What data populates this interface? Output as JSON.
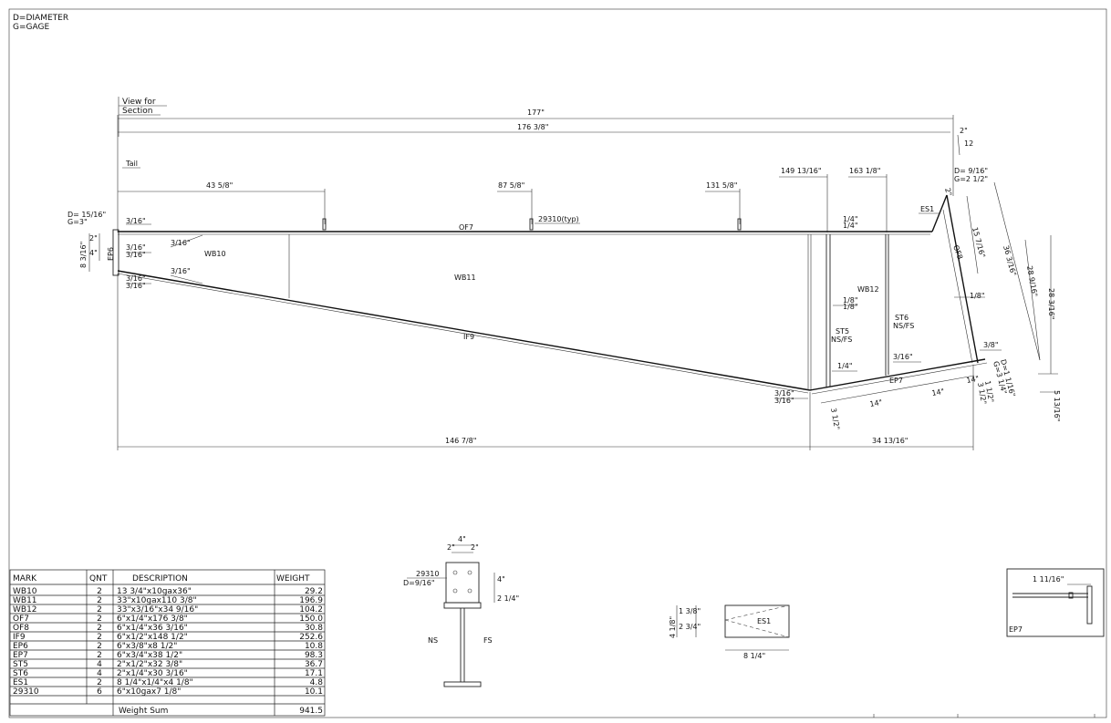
{
  "notes": {
    "diameter": "D=DIAMETER",
    "gage": "G=GAGE"
  },
  "view": {
    "line1": "View for",
    "line2": "Section"
  },
  "labels": {
    "tail": "Tail",
    "d_left": "D= 15/16\"",
    "g_left": "G=3\"",
    "d_right": "D= 9/16\"",
    "g_right": "G=2 1/2\"",
    "d_bottom": "D=1 1/16\"",
    "g_bottom": "G=3 1/4\"",
    "slope_rise": "2\"",
    "slope_run": "12",
    "bolt_typ": "29310(typ)",
    "ns_fs_1": "NS/FS",
    "ns_fs_2": "NS/FS"
  },
  "dims": {
    "d177": "177\"",
    "d176": "176 3/8\"",
    "d43": "43 5/8\"",
    "d87": "87 5/8\"",
    "d131": "131 5/8\"",
    "d149": "149 13/16\"",
    "d163": "163 1/8\"",
    "d146": "146 7/8\"",
    "d34": "34 13/16\"",
    "d36": "36 3/16\"",
    "d28_9": "28 9/16\"",
    "d28_3": "28 3/16\"",
    "d15": "15 7/16\"",
    "d5": "5 13/16\"",
    "d2": "2\"",
    "d4": "4\"",
    "d8": "8 3/16\"",
    "d2s": "2\"",
    "d14a": "14\"",
    "d14b": "14\"",
    "d14c": "14\"",
    "d3a": "3 1/2\"",
    "d3b": "3 1/2\"",
    "d1": "1 1/2\""
  },
  "welds": {
    "w1": "3/16\"",
    "w2": "3/16\"",
    "w3": "3/16\"",
    "w4": "3/16\"",
    "w5": "3/16\"",
    "w6": "3/16\"",
    "w7": "3/16\"",
    "w8": "3/16\"",
    "w9": "1/4\"",
    "w10": "1/8\"",
    "w11": "1/4\"",
    "w12": "1/8\"",
    "w13": "3/16\"",
    "w14": "3/8\"",
    "w15": "3/16\""
  },
  "parts": {
    "of7": "OF7",
    "if9": "IF9",
    "wb10": "WB10",
    "wb11": "WB11",
    "wb12": "WB12",
    "ep6": "EP6",
    "ep7": "EP7",
    "of8": "OF8",
    "st5": "ST5",
    "st6": "ST6",
    "es1": "ES1"
  },
  "bom": {
    "headers": [
      "MARK",
      "QNT",
      "DESCRIPTION",
      "WEIGHT"
    ],
    "rows": [
      [
        "WB10",
        "2",
        "13 3/4\"x10gax36\"",
        "29.2"
      ],
      [
        "WB11",
        "2",
        "33\"x10gax110 3/8\"",
        "196.9"
      ],
      [
        "WB12",
        "2",
        "33\"x3/16\"x34 9/16\"",
        "104.2"
      ],
      [
        "OF7",
        "2",
        "6\"x1/4\"x176 3/8\"",
        "150.0"
      ],
      [
        "OF8",
        "2",
        "6\"x1/4\"x36 3/16\"",
        "30.8"
      ],
      [
        "IF9",
        "2",
        "6\"x1/2\"x148 1/2\"",
        "252.6"
      ],
      [
        "EP6",
        "2",
        "6\"x3/8\"x8 1/2\"",
        "10.8"
      ],
      [
        "EP7",
        "2",
        "6\"x3/4\"x38 1/2\"",
        "98.3"
      ],
      [
        "ST5",
        "4",
        "2\"x1/2\"x32 3/8\"",
        "36.7"
      ],
      [
        "ST6",
        "4",
        "2\"x1/4\"x30 3/16\"",
        "17.1"
      ],
      [
        "ES1",
        "2",
        "8 1/4\"x1/4\"x4 1/8\"",
        "4.8"
      ],
      [
        "29310",
        "6",
        "6\"x10gax7 1/8\"",
        "10.1"
      ]
    ],
    "sum_label": "Weight Sum",
    "sum_value": "941.5"
  },
  "bolt_detail": {
    "mark": "29310",
    "diameter": "D=9/16\"",
    "width": "4\"",
    "half_a": "2\"",
    "half_b": "2\"",
    "height": "4\"",
    "spacing": "2 1/4\"",
    "ns": "NS",
    "fs": "FS"
  },
  "es1_detail": {
    "label": "ES1",
    "total": "4 1/8\"",
    "top": "1 3/8\"",
    "bottom": "2 3/4\"",
    "width": "8 1/4\""
  },
  "ep7_detail": {
    "label": "EP7",
    "dim": "1 11/16\""
  }
}
